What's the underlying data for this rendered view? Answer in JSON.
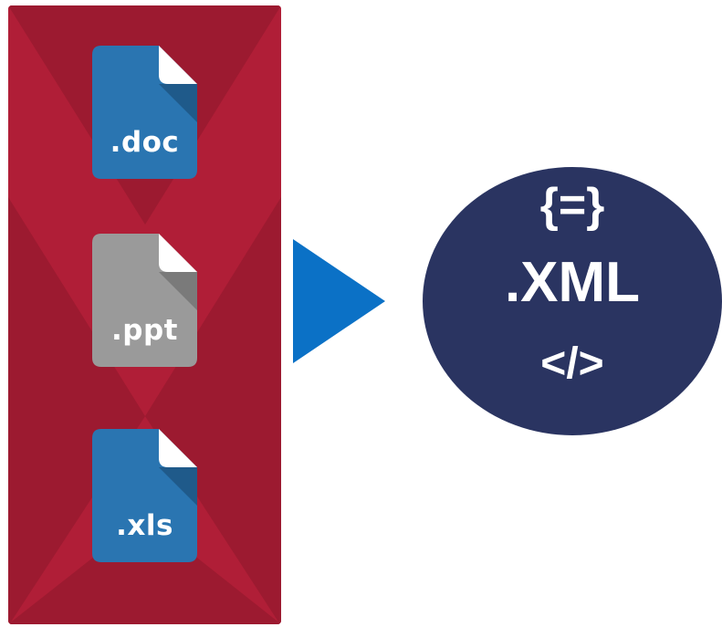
{
  "files": [
    {
      "label": ".doc",
      "color": "#2a75b1"
    },
    {
      "label": ".ppt",
      "color": "#9a9a9a"
    },
    {
      "label": ".xls",
      "color": "#2a75b1"
    }
  ],
  "arrow_color": "#0b71c6",
  "target": {
    "line1": "{=}",
    "line2": ".XML",
    "line3": "</>",
    "color": "#2a3461"
  },
  "panel_color": "#b01e37"
}
